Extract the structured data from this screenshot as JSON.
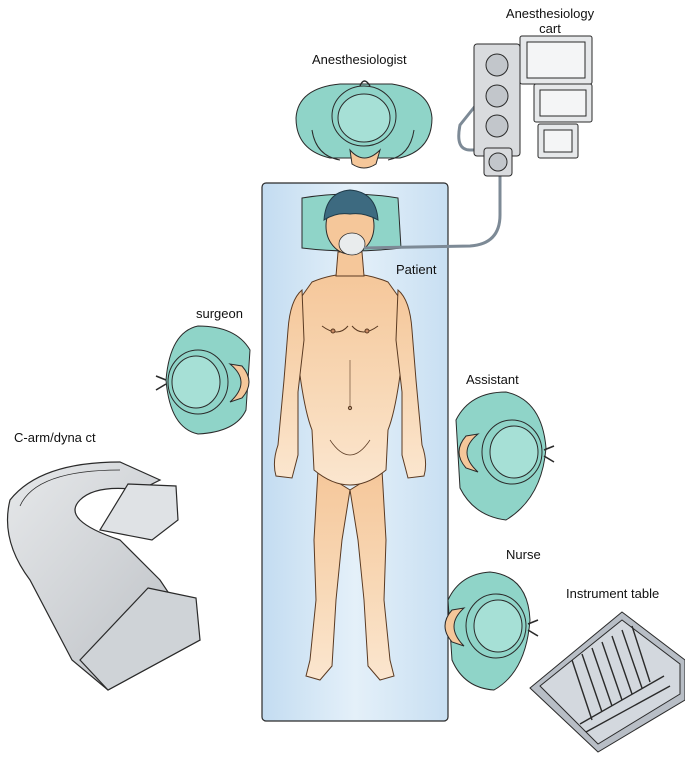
{
  "labels": {
    "anesthesiology_cart_line1": "Anesthesiology",
    "anesthesiology_cart_line2": "cart",
    "anesthesiologist": "Anesthesiologist",
    "patient": "Patient",
    "surgeon": "surgeon",
    "assistant": "Assistant",
    "c_arm": "C-arm/dyna ct",
    "nurse": "Nurse",
    "instrument_table": "Instrument table"
  },
  "colors": {
    "outline": "#2a2a2a",
    "scrubs": "#8fd4c8",
    "scrubs_dark": "#5fb4a8",
    "cap": "#3d6a80",
    "skin": "#f5c79a",
    "skin_light": "#fbe6cf",
    "table_fill": "#d6e8f6",
    "table_edge": "#dbe9f5",
    "equipment": "#d9dbde",
    "equipment_dark": "#a8acb1",
    "tray": "#b8bec6"
  }
}
